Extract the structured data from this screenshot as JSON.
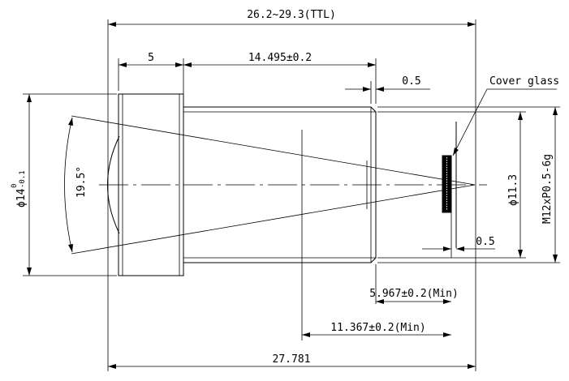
{
  "dimensions": {
    "ttl": "26.2~29.3(TTL)",
    "front_length": "5",
    "barrel_length": "14.495±0.2",
    "step": "0.5",
    "cover_glass_thickness": "0.5",
    "back_focus": "5.967±0.2(Min)",
    "flange_focus": "11.367±0.2(Min)",
    "total_length": "27.781",
    "front_diameter_prefix": "ϕ14",
    "front_diameter_upper": "0",
    "front_diameter_lower": "-0.1",
    "mount_diameter": "ϕ11.3",
    "thread": "M12xP0.5-6g",
    "field_angle": "19.5°"
  },
  "labels": {
    "cover_glass": "Cover glass"
  }
}
